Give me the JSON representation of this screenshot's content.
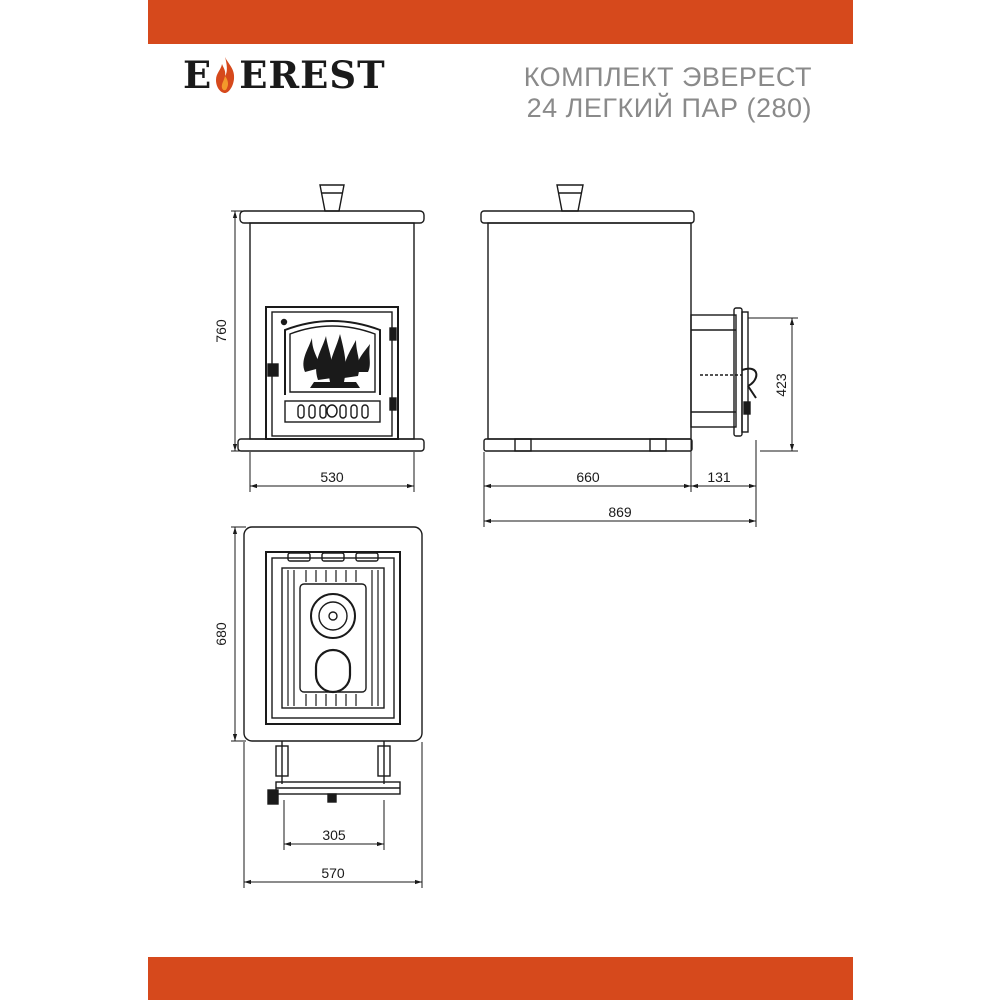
{
  "brand": {
    "logo_text_e": "E",
    "logo_text_rest": "EREST",
    "logo_icon": "flame-icon"
  },
  "header": {
    "title_line1": "КОМПЛЕКТ ЭВЕРЕСТ",
    "title_line2": "24 ЛЕГКИЙ ПАР (280)"
  },
  "colors": {
    "accent": "#d6491c",
    "line": "#1a1a1a",
    "title_gray": "#8a8a8a"
  },
  "dimensions": {
    "front_height": "760",
    "front_width": "530",
    "side_body_depth": "660",
    "side_tank_depth": "131",
    "side_total_depth": "869",
    "side_tank_height": "423",
    "top_depth": "680",
    "top_width": "570",
    "top_tank_width": "305"
  }
}
